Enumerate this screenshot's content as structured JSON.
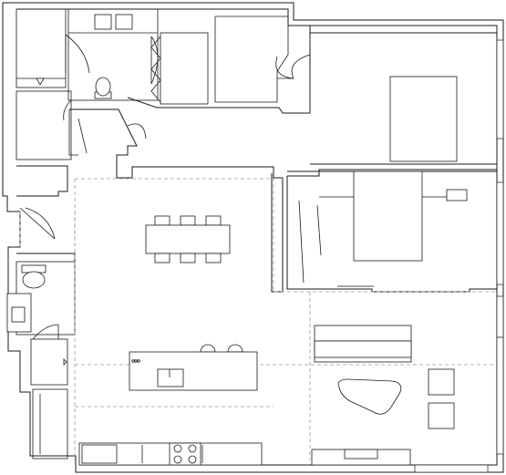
{
  "plan": {
    "rooms": [
      "closet-top-left",
      "bathroom-top",
      "closet-top-center",
      "closet-top-right",
      "bedroom-top-right",
      "bedroom-middle-right",
      "living-room",
      "dining-area",
      "kitchen",
      "entry",
      "bathroom-left",
      "utility"
    ],
    "furniture": [
      "bed-top",
      "bed-middle",
      "dining-table",
      "kitchen-island",
      "sofa",
      "coffee-table",
      "armchair-top",
      "armchair-bottom",
      "stove",
      "toilet-top",
      "toilet-left",
      "sink-left"
    ]
  }
}
